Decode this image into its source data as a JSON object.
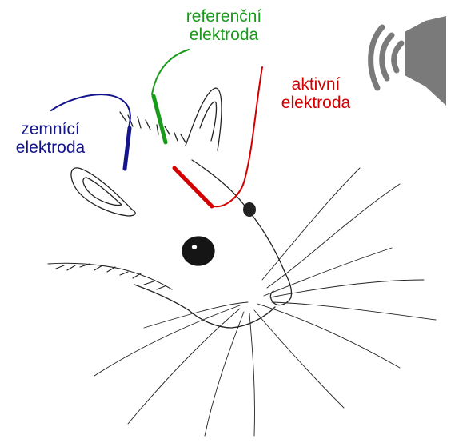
{
  "labels": {
    "reference": {
      "line1": "referenční",
      "line2": "elektroda"
    },
    "active": {
      "line1": "aktivní",
      "line2": "elektroda"
    },
    "ground": {
      "line1": "zemnící",
      "line2": "elektroda"
    }
  },
  "colors": {
    "reference": "#1a9a1a",
    "active": "#d40000",
    "ground": "#14148c",
    "ink": "#222222",
    "speaker": "#7a7a7a"
  },
  "icons": {
    "speaker": "speaker-sound-icon"
  }
}
